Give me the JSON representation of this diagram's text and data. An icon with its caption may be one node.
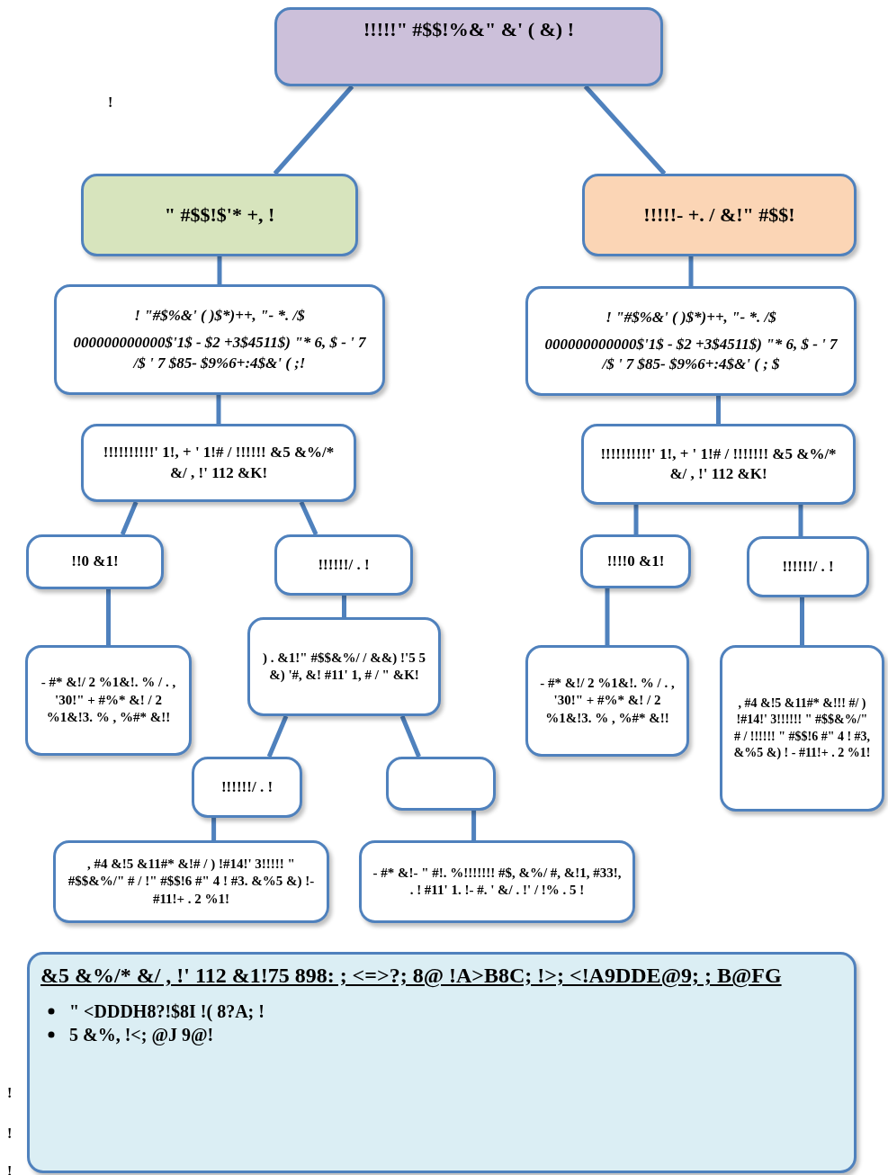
{
  "diagram": {
    "nodes": [
      {
        "text": [
          "!!!!!\" #$$!%&\" &' ( &) !"
        ]
      },
      {
        "text": [
          "\" #$$!$'* +, !"
        ]
      },
      {
        "text": [
          "!!!!!- +. / &!\" #$$!"
        ]
      },
      {
        "text": [
          "! \"#$%&' ( )$*)++, \"- *. /$",
          "000000000000$'1$ - $2 +3$4511$) \"* 6, $ - ' 7 /$ ' 7 $85- $9%6+:4$&' ( ;!"
        ]
      },
      {
        "text": [
          "! \"#$%&' ( )$*)++, \"- *. /$",
          "000000000000$'1$ - $2 +3$4511$) \"* 6, $ - ' 7 /$ ' 7 $85- $9%6+:4$&' ( ; $"
        ]
      },
      {
        "text": [
          "!!!!!!!!!!' 1!, + ' 1!# / !!!!!! &5 &%/* &/ , !' 112 &K!"
        ]
      },
      {
        "text": [
          "!!!!!!!!!!' 1!, + ' 1!# / !!!!!!! &5 &%/* &/ , !' 112 &K!"
        ]
      },
      {
        "text": [
          "!!0 &1!"
        ]
      },
      {
        "text": [
          "!!!!!!/ . !"
        ]
      },
      {
        "text": [
          "!!!!0 &1!"
        ]
      },
      {
        "text": [
          "!!!!!!/ . !"
        ]
      },
      {
        "text": [
          "- #* &!/ 2 %1&!. % / . , '30!\" + #%* &! / 2 %1&!3. % , %#* &!!"
        ]
      },
      {
        "text": [
          ") . &1!\" #$$&%/ / &&) !'5 5 &) '#, &! #11' 1, # / \" &K!"
        ]
      },
      {
        "text": [
          "- #* &!/ 2 %1&!. % / . , '30!\" + #%* &! / 2 %1&!3. % , %#* &!!"
        ]
      },
      {
        "text": [
          ", #4 &!5 &11#* &!!! #/ ) !#14!' 3!!!!!! \" #$$&%/\" # / !!!!!! \" #$$!6 #\" 4 ! #3, &%5 &) ! - #11!+ . 2 %1!"
        ]
      },
      {
        "text": [
          "!!!!!!/ . !"
        ]
      },
      {
        "text": [],
        "shape": "box"
      },
      {
        "text": [
          ", #4 &!5 &11#* &!# / ) !#14!' 3!!!!! \" #$$&%/\" # / !\" #$$!6 #\" 4 ! #3. &%5 &) !- #11!+ . 2 %1!"
        ]
      },
      {
        "text": [
          "- #* &!- \" #!. %!!!!!!! #$, &%/ #, &!1, #33!, . ! #11' 1. !- #. ' &/ . !' / !% . 5 !"
        ]
      },
      {
        "text": [
          "&5 &%/* &/ , !' 112 &1!75 898: ; <=>?; 8@ !A>B8C; !>; <!A9DDE@9; ; B@FG",
          "\" <DDDH8?!$8I !( 8?A; !",
          "5 &%, !<; @J 9@!"
        ]
      }
    ],
    "edges": [
      {
        "from": 0,
        "to": 1,
        "arrow": "none"
      },
      {
        "from": 0,
        "to": 2,
        "arrow": "none"
      },
      {
        "from": 1,
        "to": 3,
        "arrow": "none"
      },
      {
        "from": 3,
        "to": 5,
        "arrow": "none"
      },
      {
        "from": 5,
        "to": 7,
        "arrow": "none"
      },
      {
        "from": 5,
        "to": 8,
        "arrow": "none"
      },
      {
        "from": 7,
        "to": 11,
        "arrow": "none"
      },
      {
        "from": 8,
        "to": 12,
        "arrow": "none"
      },
      {
        "from": 12,
        "to": 15,
        "arrow": "none"
      },
      {
        "from": 12,
        "to": 16,
        "arrow": "none"
      },
      {
        "from": 15,
        "to": 17,
        "arrow": "none"
      },
      {
        "from": 16,
        "to": 18,
        "arrow": "none"
      },
      {
        "from": 2,
        "to": 4,
        "arrow": "none"
      },
      {
        "from": 4,
        "to": 6,
        "arrow": "none"
      },
      {
        "from": 6,
        "to": 9,
        "arrow": "none"
      },
      {
        "from": 6,
        "to": 10,
        "arrow": "none"
      },
      {
        "from": 9,
        "to": 13,
        "arrow": "none"
      },
      {
        "from": 10,
        "to": 14,
        "arrow": "none"
      }
    ],
    "labels": [
      "!",
      "!",
      "!",
      "!"
    ]
  }
}
